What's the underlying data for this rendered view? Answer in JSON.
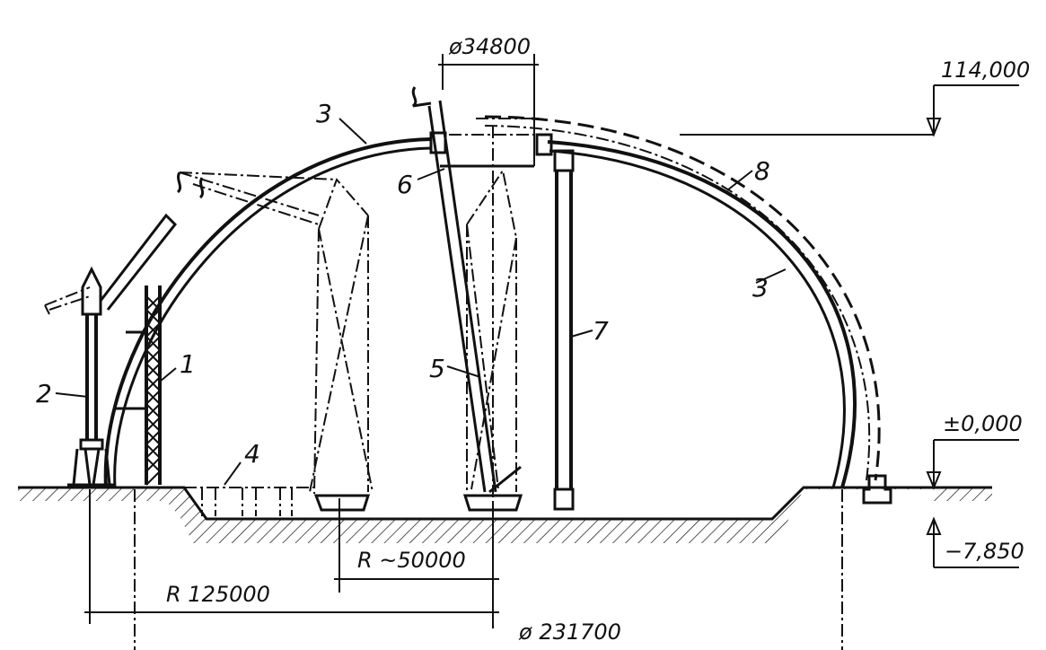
{
  "dimensions": {
    "top_opening": "ø34800",
    "elevation_top": "114,000",
    "elevation_zero": "±0,000",
    "elevation_pit": "−7,850",
    "radius_crane": "R ~50000",
    "radius_dome": "R  125000",
    "diameter": "ø 231700"
  },
  "callouts": {
    "c1": "1",
    "c2": "2",
    "c3_top": "3",
    "c3_right": "3",
    "c4": "4",
    "c5": "5",
    "c6": "6",
    "c7": "7",
    "c8": "8"
  }
}
